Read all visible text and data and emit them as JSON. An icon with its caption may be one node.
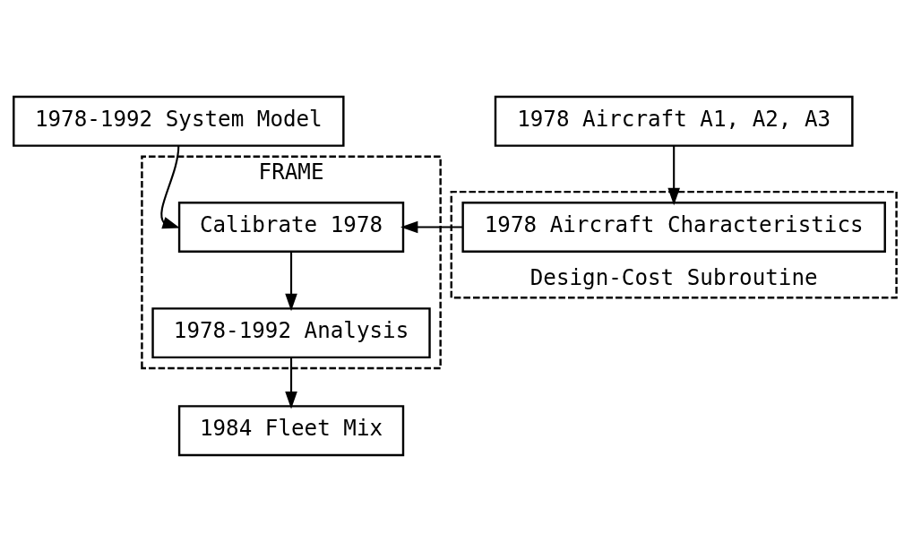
{
  "diagram": {
    "nodes": [
      {
        "text": [
          "1978-1992 System Model"
        ]
      },
      {
        "text": [
          "1978 Aircraft A1, A2, A3"
        ]
      },
      {
        "text": [
          "FRAME"
        ]
      },
      {
        "text": [
          "Calibrate 1978"
        ],
        "in": 2
      },
      {
        "text": [
          "1978-1992 Analysis"
        ],
        "in": 2
      },
      {
        "text": [
          "Design-Cost Subroutine"
        ]
      },
      {
        "text": [
          "1978 Aircraft Characteristics"
        ],
        "in": 5
      },
      {
        "text": [
          "1984 Fleet Mix"
        ]
      }
    ],
    "edges": [
      {
        "from": 0,
        "to": 3,
        "arrow": "to"
      },
      {
        "from": 1,
        "to": 6,
        "arrow": "to"
      },
      {
        "from": 6,
        "to": 3,
        "arrow": "to"
      },
      {
        "from": 3,
        "to": 4,
        "arrow": "to"
      },
      {
        "from": 4,
        "to": 7,
        "arrow": "to"
      }
    ]
  }
}
